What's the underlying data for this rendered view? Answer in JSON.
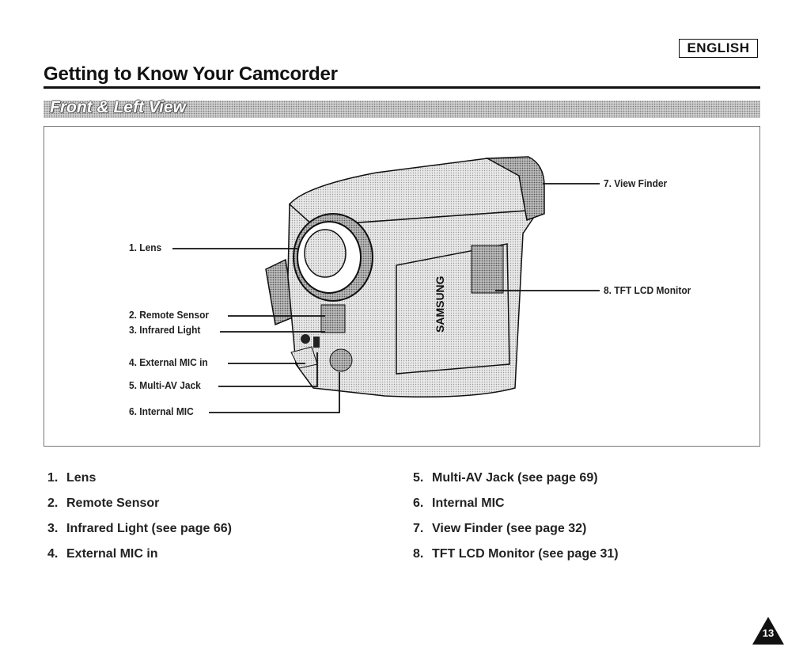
{
  "header": {
    "language": "ENGLISH",
    "title": "Getting to Know Your Camcorder",
    "section": "Front & Left View"
  },
  "figure": {
    "brand": "SAMSUNG",
    "callouts": [
      {
        "id": 1,
        "label": "1. Lens"
      },
      {
        "id": 2,
        "label": "2. Remote Sensor"
      },
      {
        "id": 3,
        "label": "3. Infrared Light"
      },
      {
        "id": 4,
        "label": "4. External MIC in"
      },
      {
        "id": 5,
        "label": "5. Multi-AV Jack"
      },
      {
        "id": 6,
        "label": "6. Internal MIC"
      },
      {
        "id": 7,
        "label": "7. View Finder"
      },
      {
        "id": 8,
        "label": "8. TFT LCD Monitor"
      }
    ]
  },
  "list": {
    "left": [
      {
        "num": "1.",
        "text": "Lens"
      },
      {
        "num": "2.",
        "text": "Remote Sensor"
      },
      {
        "num": "3.",
        "text": "Infrared Light (see page 66)"
      },
      {
        "num": "4.",
        "text": "External MIC in"
      }
    ],
    "right": [
      {
        "num": "5.",
        "text": "Multi-AV Jack (see page 69)"
      },
      {
        "num": "6.",
        "text": "Internal MIC"
      },
      {
        "num": "7.",
        "text": "View Finder (see page 32)"
      },
      {
        "num": "8.",
        "text": "TFT LCD Monitor (see page 31)"
      }
    ]
  },
  "page_number": "13"
}
